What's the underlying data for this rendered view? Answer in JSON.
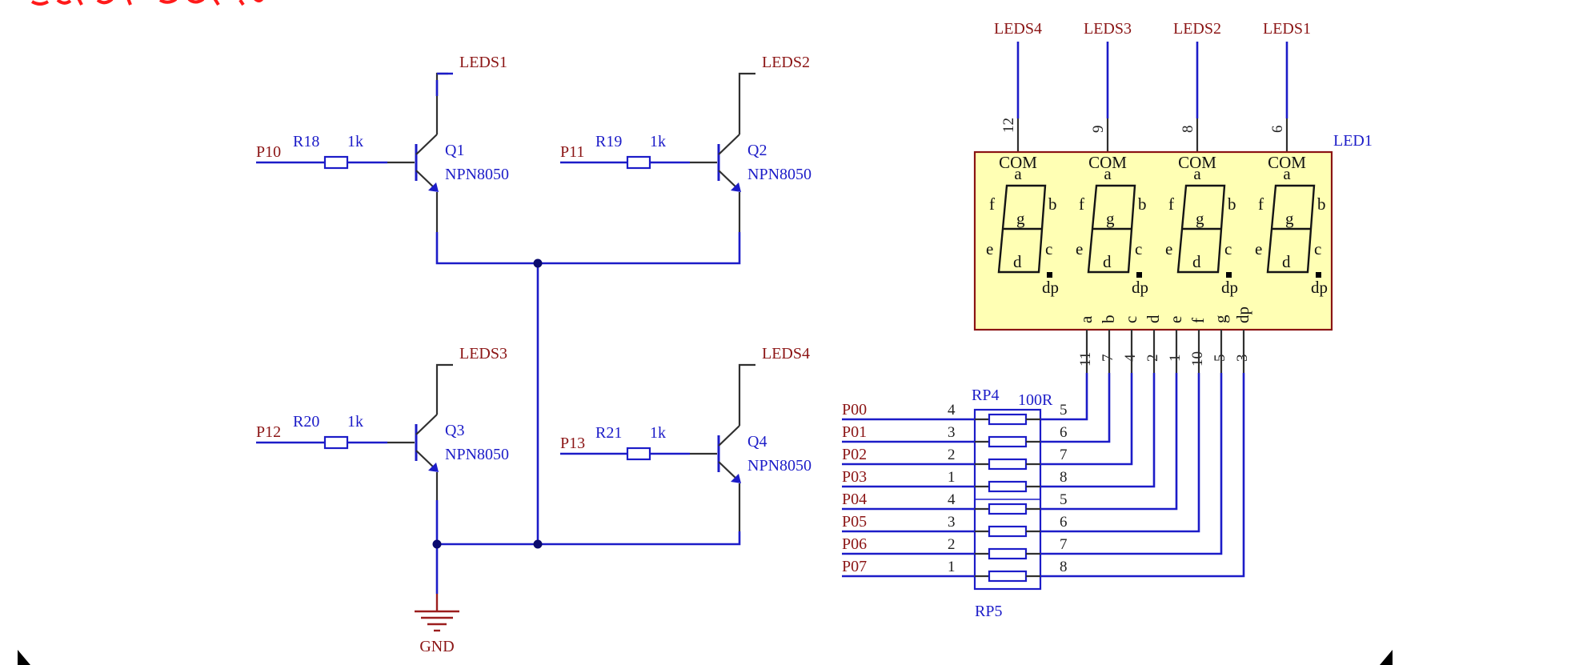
{
  "header": {
    "top_text": ""
  },
  "transistors": [
    {
      "ref": "Q1",
      "model": "NPN8050",
      "net_in": "P10",
      "res_ref": "R18",
      "res_val": "1k",
      "collector_net": "LEDS1"
    },
    {
      "ref": "Q2",
      "model": "NPN8050",
      "net_in": "P11",
      "res_ref": "R19",
      "res_val": "1k",
      "collector_net": "LEDS2"
    },
    {
      "ref": "Q3",
      "model": "NPN8050",
      "net_in": "P12",
      "res_ref": "R20",
      "res_val": "1k",
      "collector_net": "LEDS3"
    },
    {
      "ref": "Q4",
      "model": "NPN8050",
      "net_in": "P13",
      "res_ref": "R21",
      "res_val": "1k",
      "collector_net": "LEDS4"
    }
  ],
  "ground": {
    "label": "GND"
  },
  "display": {
    "ref": "LED1",
    "digits": [
      {
        "net": "LEDS4",
        "pin": "12",
        "com": "COM"
      },
      {
        "net": "LEDS3",
        "pin": "9",
        "com": "COM"
      },
      {
        "net": "LEDS2",
        "pin": "8",
        "com": "COM"
      },
      {
        "net": "LEDS1",
        "pin": "6",
        "com": "COM"
      }
    ],
    "segment_labels": {
      "a": "a",
      "b": "b",
      "c": "c",
      "d": "d",
      "e": "e",
      "f": "f",
      "g": "g",
      "dp": "dp"
    },
    "bottom_pins": [
      {
        "name": "a",
        "num": "11"
      },
      {
        "name": "b",
        "num": "7"
      },
      {
        "name": "c",
        "num": "4"
      },
      {
        "name": "d",
        "num": "2"
      },
      {
        "name": "e",
        "num": "1"
      },
      {
        "name": "f",
        "num": "10"
      },
      {
        "name": "g",
        "num": "5"
      },
      {
        "name": "dp",
        "num": "3"
      }
    ]
  },
  "resistor_networks": {
    "rp4": {
      "ref": "RP4",
      "value": "100R"
    },
    "rp5": {
      "ref": "RP5"
    },
    "rows": [
      {
        "net": "P00",
        "left_pin": "4",
        "right_pin": "5"
      },
      {
        "net": "P01",
        "left_pin": "3",
        "right_pin": "6"
      },
      {
        "net": "P02",
        "left_pin": "2",
        "right_pin": "7"
      },
      {
        "net": "P03",
        "left_pin": "1",
        "right_pin": "8"
      },
      {
        "net": "P04",
        "left_pin": "4",
        "right_pin": "5"
      },
      {
        "net": "P05",
        "left_pin": "3",
        "right_pin": "6"
      },
      {
        "net": "P06",
        "left_pin": "2",
        "right_pin": "7"
      },
      {
        "net": "P07",
        "left_pin": "1",
        "right_pin": "8"
      }
    ]
  },
  "colors": {
    "wire": "#1c1cc8",
    "net_label": "#8b1414",
    "led_fill": "#ffffb4",
    "top_text": "#ff1a1a"
  }
}
